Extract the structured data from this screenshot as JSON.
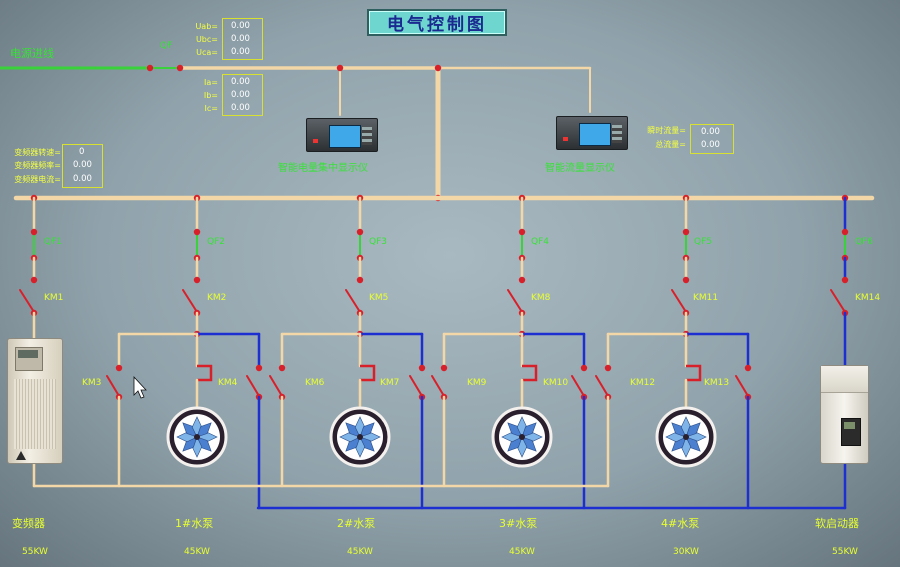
{
  "title": "电气控制图",
  "source_label": "电源进线",
  "main_breaker_label": "QF",
  "voltage_panel": [
    {
      "label": "Uab=",
      "value": "0.00"
    },
    {
      "label": "Ubc=",
      "value": "0.00"
    },
    {
      "label": "Uca=",
      "value": "0.00"
    }
  ],
  "current_panel": [
    {
      "label": "Ia=",
      "value": "0.00"
    },
    {
      "label": "Ib=",
      "value": "0.00"
    },
    {
      "label": "Ic=",
      "value": "0.00"
    }
  ],
  "vfd_panel": [
    {
      "label": "变频器转速=",
      "value": "0"
    },
    {
      "label": "变频器频率=",
      "value": "0.00"
    },
    {
      "label": "变频器电流=",
      "value": "0.00"
    }
  ],
  "flow_panel": [
    {
      "label": "瞬时流量=",
      "value": "0.00"
    },
    {
      "label": "总流量=",
      "value": "0.00"
    }
  ],
  "meters": {
    "power_meter_label": "智能电量集中显示仪",
    "flow_meter_label": "智能流量显示仪"
  },
  "breakers": [
    "QF1",
    "QF2",
    "QF3",
    "QF4",
    "QF5",
    "QF6"
  ],
  "contactors": [
    "KM1",
    "KM2",
    "KM3",
    "KM4",
    "KM5",
    "KM6",
    "KM7",
    "KM8",
    "KM9",
    "KM10",
    "KM11",
    "KM12",
    "KM13",
    "KM14"
  ],
  "bottom_labels": [
    {
      "name": "变频器",
      "power": "55KW"
    },
    {
      "name": "1#水泵",
      "power": "45KW"
    },
    {
      "name": "2#水泵",
      "power": "45KW"
    },
    {
      "name": "3#水泵",
      "power": "45KW"
    },
    {
      "name": "4#水泵",
      "power": "30KW"
    },
    {
      "name": "软启动器",
      "power": "55KW"
    }
  ],
  "colors": {
    "bus": "#f3d7a6",
    "source_line": "#39d23a",
    "blue_line": "#1d2fd0",
    "node": "#d8202a",
    "label_yellow": "#e8ff30",
    "label_green": "#37e237"
  }
}
